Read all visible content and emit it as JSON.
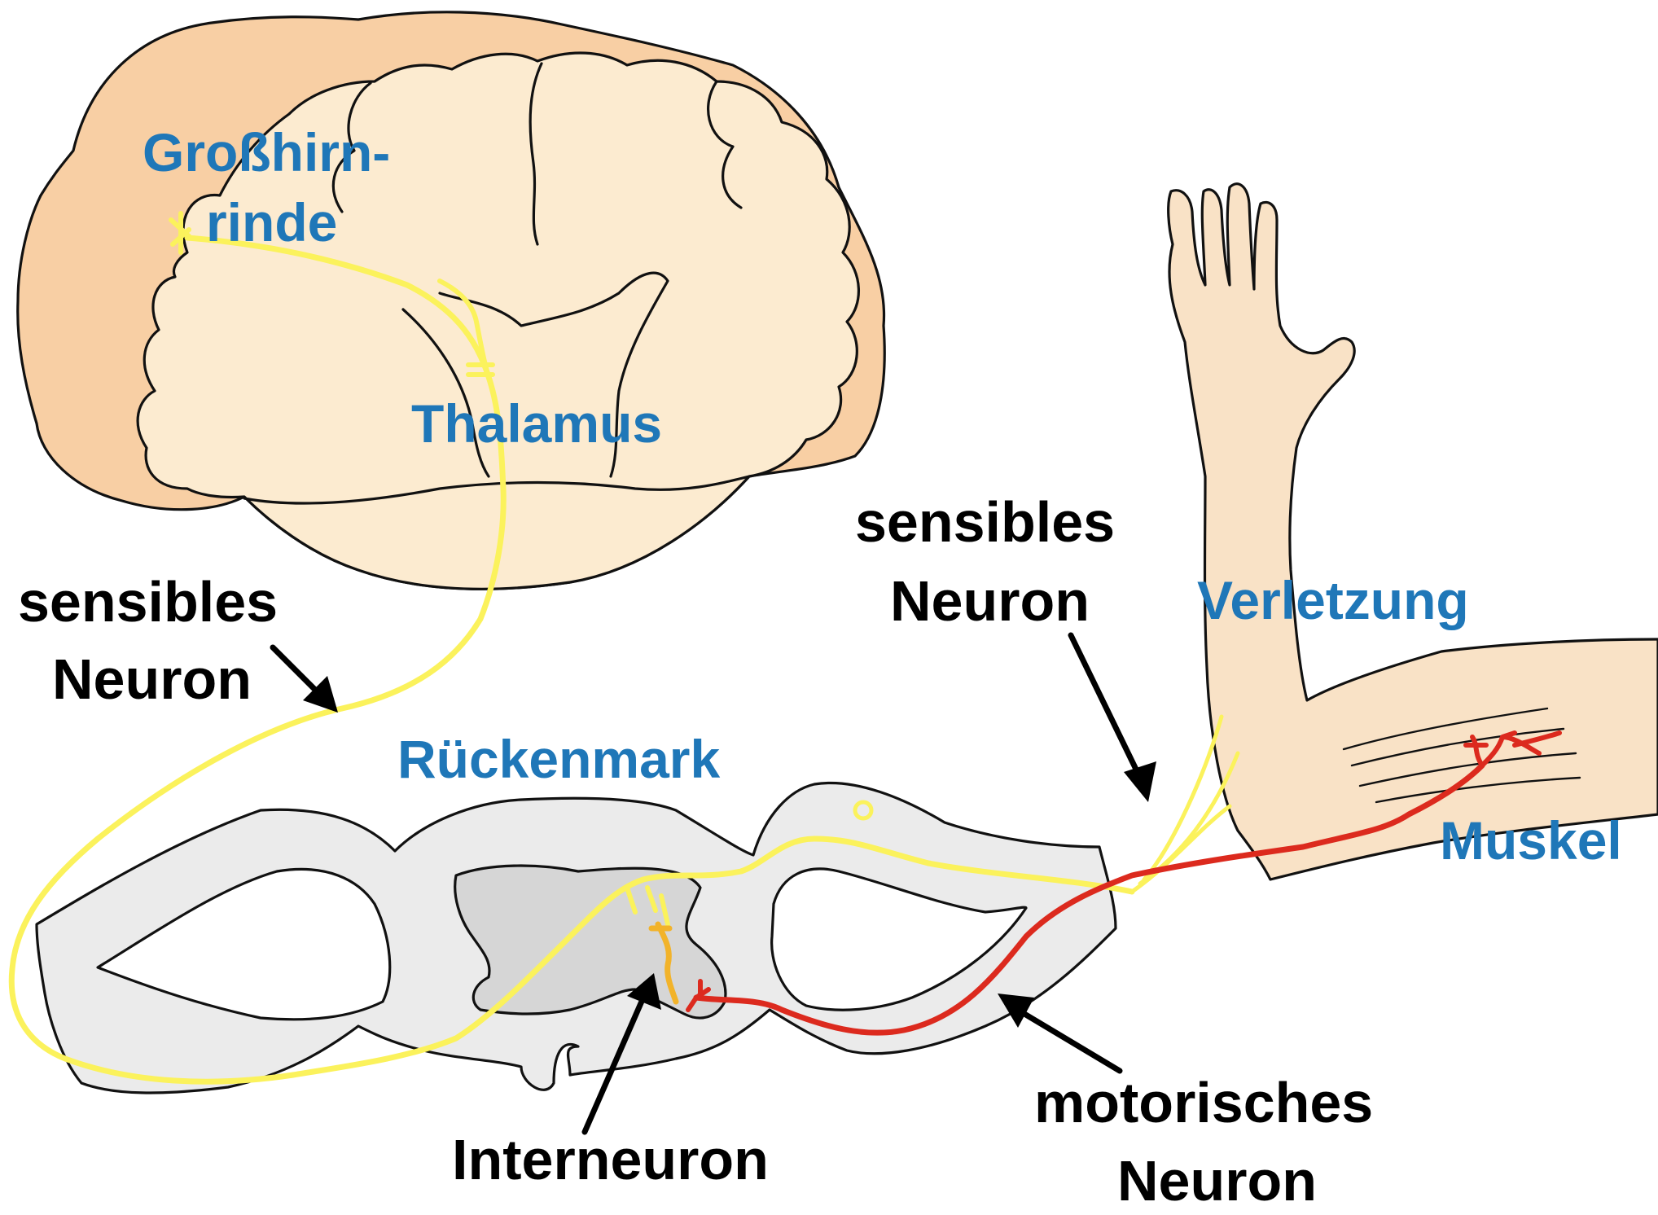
{
  "labels": {
    "cortex_line1": "Großhirn-",
    "cortex_line2": "rinde",
    "thalamus": "Thalamus",
    "sensory_left_line1": "sensibles",
    "sensory_left_line2": "Neuron",
    "spinal_cord": "Rückenmark",
    "sensory_right_line1": "sensibles",
    "sensory_right_line2": "Neuron",
    "injury": "Verletzung",
    "muscle": "Muskel",
    "interneuron": "Interneuron",
    "motor_line1": "motorisches",
    "motor_line2": "Neuron"
  },
  "colors": {
    "cortex": "#f8cfa4",
    "brain": "#fcebd0",
    "skin": "#f9e2c6",
    "spinal_outer": "#ebebeb",
    "spinal_gray": "#d6d6d6",
    "sensory_neuron": "#fbf25c",
    "interneuron": "#f2b32a",
    "motor_neuron": "#dc2a1e",
    "label_blue": "#1f77b8",
    "label_black": "#000000"
  }
}
